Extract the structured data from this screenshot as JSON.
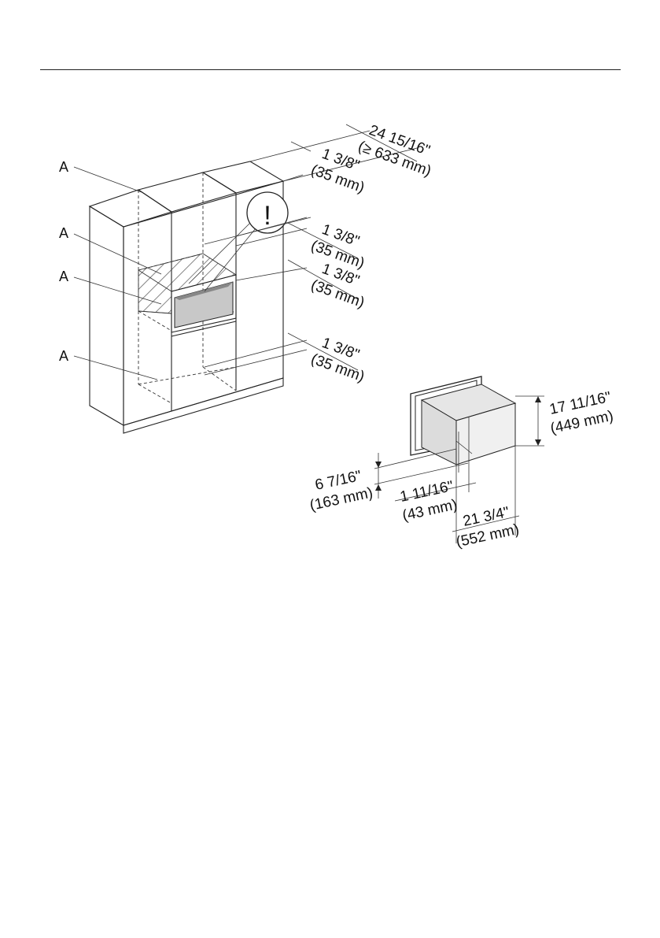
{
  "callouts": {
    "a1": "A",
    "a2": "A",
    "a3": "A",
    "a4": "A"
  },
  "warning_symbol": "!",
  "dimensions": {
    "top_depth": {
      "imperial": "24 15/16\"",
      "metric": "(≥ 633 mm)"
    },
    "gap1": {
      "imperial": "1 3/8\"",
      "metric": "(35 mm)"
    },
    "gap2": {
      "imperial": "1 3/8\"",
      "metric": "(35 mm)"
    },
    "gap3": {
      "imperial": "1 3/8\"",
      "metric": "(35 mm)"
    },
    "gap4": {
      "imperial": "1 3/8\"",
      "metric": "(35 mm)"
    },
    "appliance_height": {
      "imperial": "17 11/16\"",
      "metric": "(449 mm)"
    },
    "front_height": {
      "imperial": "6 7/16\"",
      "metric": "(163 mm)"
    },
    "front_offset": {
      "imperial": "1 11/16\"",
      "metric": "(43 mm)"
    },
    "appliance_depth": {
      "imperial": "21 3/4\"",
      "metric": "(552 mm)"
    }
  },
  "colors": {
    "line": "#222222",
    "fill_gray": "#c8c8c8",
    "panel": "#f2f2f2"
  },
  "icons": [
    "warning-icon"
  ]
}
